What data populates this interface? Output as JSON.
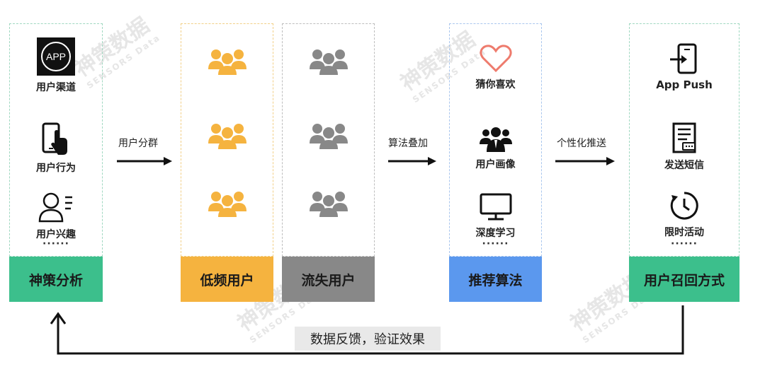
{
  "colors": {
    "green": "#3cbf8c",
    "orange": "#f5b33f",
    "gray": "#888888",
    "blue": "#5b98ee",
    "red_icon": "#ee7b6d",
    "feedback_bg": "#e9e9e9"
  },
  "watermark": {
    "text": "神策数据",
    "sub": "SENSORS Data"
  },
  "col1": {
    "footer": "神策分析",
    "app_icon_text": "APP",
    "items": [
      "用户渠道",
      "用户行为",
      "用户兴趣"
    ],
    "dots": "······",
    "icons": [
      "app-icon",
      "touch-phone-icon",
      "user-interest-icon"
    ]
  },
  "col2": {
    "footer": "低频用户",
    "icon": "user-group-icon"
  },
  "col3": {
    "footer": "流失用户",
    "icon": "user-group-icon"
  },
  "col4": {
    "footer": "推荐算法",
    "items": [
      "猜你喜欢",
      "用户画像",
      "深度学习"
    ],
    "dots": "······",
    "icons": [
      "heart-icon",
      "user-portrait-icon",
      "monitor-icon"
    ]
  },
  "col5": {
    "footer": "用户召回方式",
    "items": [
      "App Push",
      "发送短信",
      "限时活动"
    ],
    "dots": "······",
    "icons": [
      "push-notification-icon",
      "sms-icon",
      "clock-icon"
    ]
  },
  "arrows": {
    "a1": "用户分群",
    "a2": "算法叠加",
    "a3": "个性化推送"
  },
  "feedback": "数据反馈，验证效果"
}
